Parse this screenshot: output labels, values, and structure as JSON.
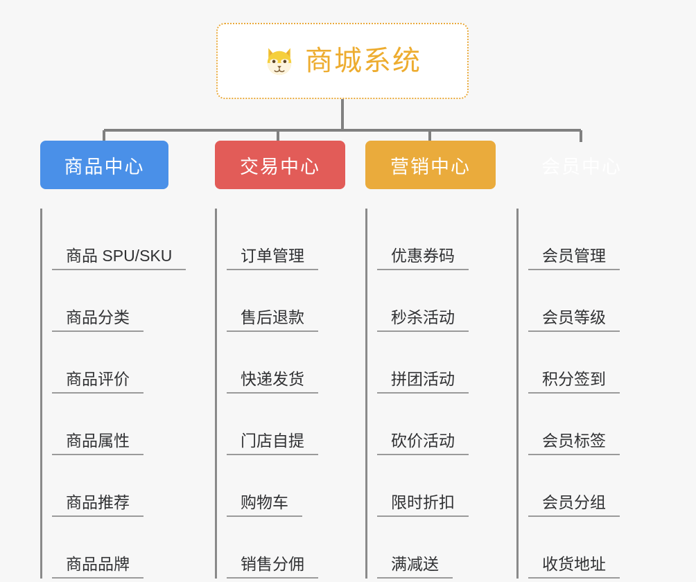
{
  "background_color": "#f7f7f7",
  "connector_color": "#808080",
  "root": {
    "title": "商城系统",
    "icon": "shiba-dog-face-icon",
    "text_color": "#edac2f",
    "border_color": "#e9a93a",
    "background_color": "#ffffff",
    "border_style": "dotted"
  },
  "categories": [
    {
      "label": "商品中心",
      "color": "#4a90e8",
      "width": 185,
      "items": [
        "商品 SPU/SKU",
        "商品分类",
        "商品评价",
        "商品属性",
        "商品推荐",
        "商品品牌"
      ]
    },
    {
      "label": "交易中心",
      "color": "#e25c58",
      "width": 188,
      "items": [
        "订单管理",
        "售后退款",
        "快递发货",
        "门店自提",
        "购物车",
        "销售分佣"
      ]
    },
    {
      "label": "营销中心",
      "color": "#eaab3c",
      "width": 188,
      "items": [
        "优惠券码",
        "秒杀活动",
        "拼团活动",
        "砍价活动",
        "限时折扣",
        "满减送"
      ]
    },
    {
      "label": "会员中心",
      "color": "#77c council",
      "width": 188,
      "items": [
        "会员管理",
        "会员等级",
        "积分签到",
        "会员标签",
        "会员分组",
        "收货地址"
      ]
    }
  ]
}
